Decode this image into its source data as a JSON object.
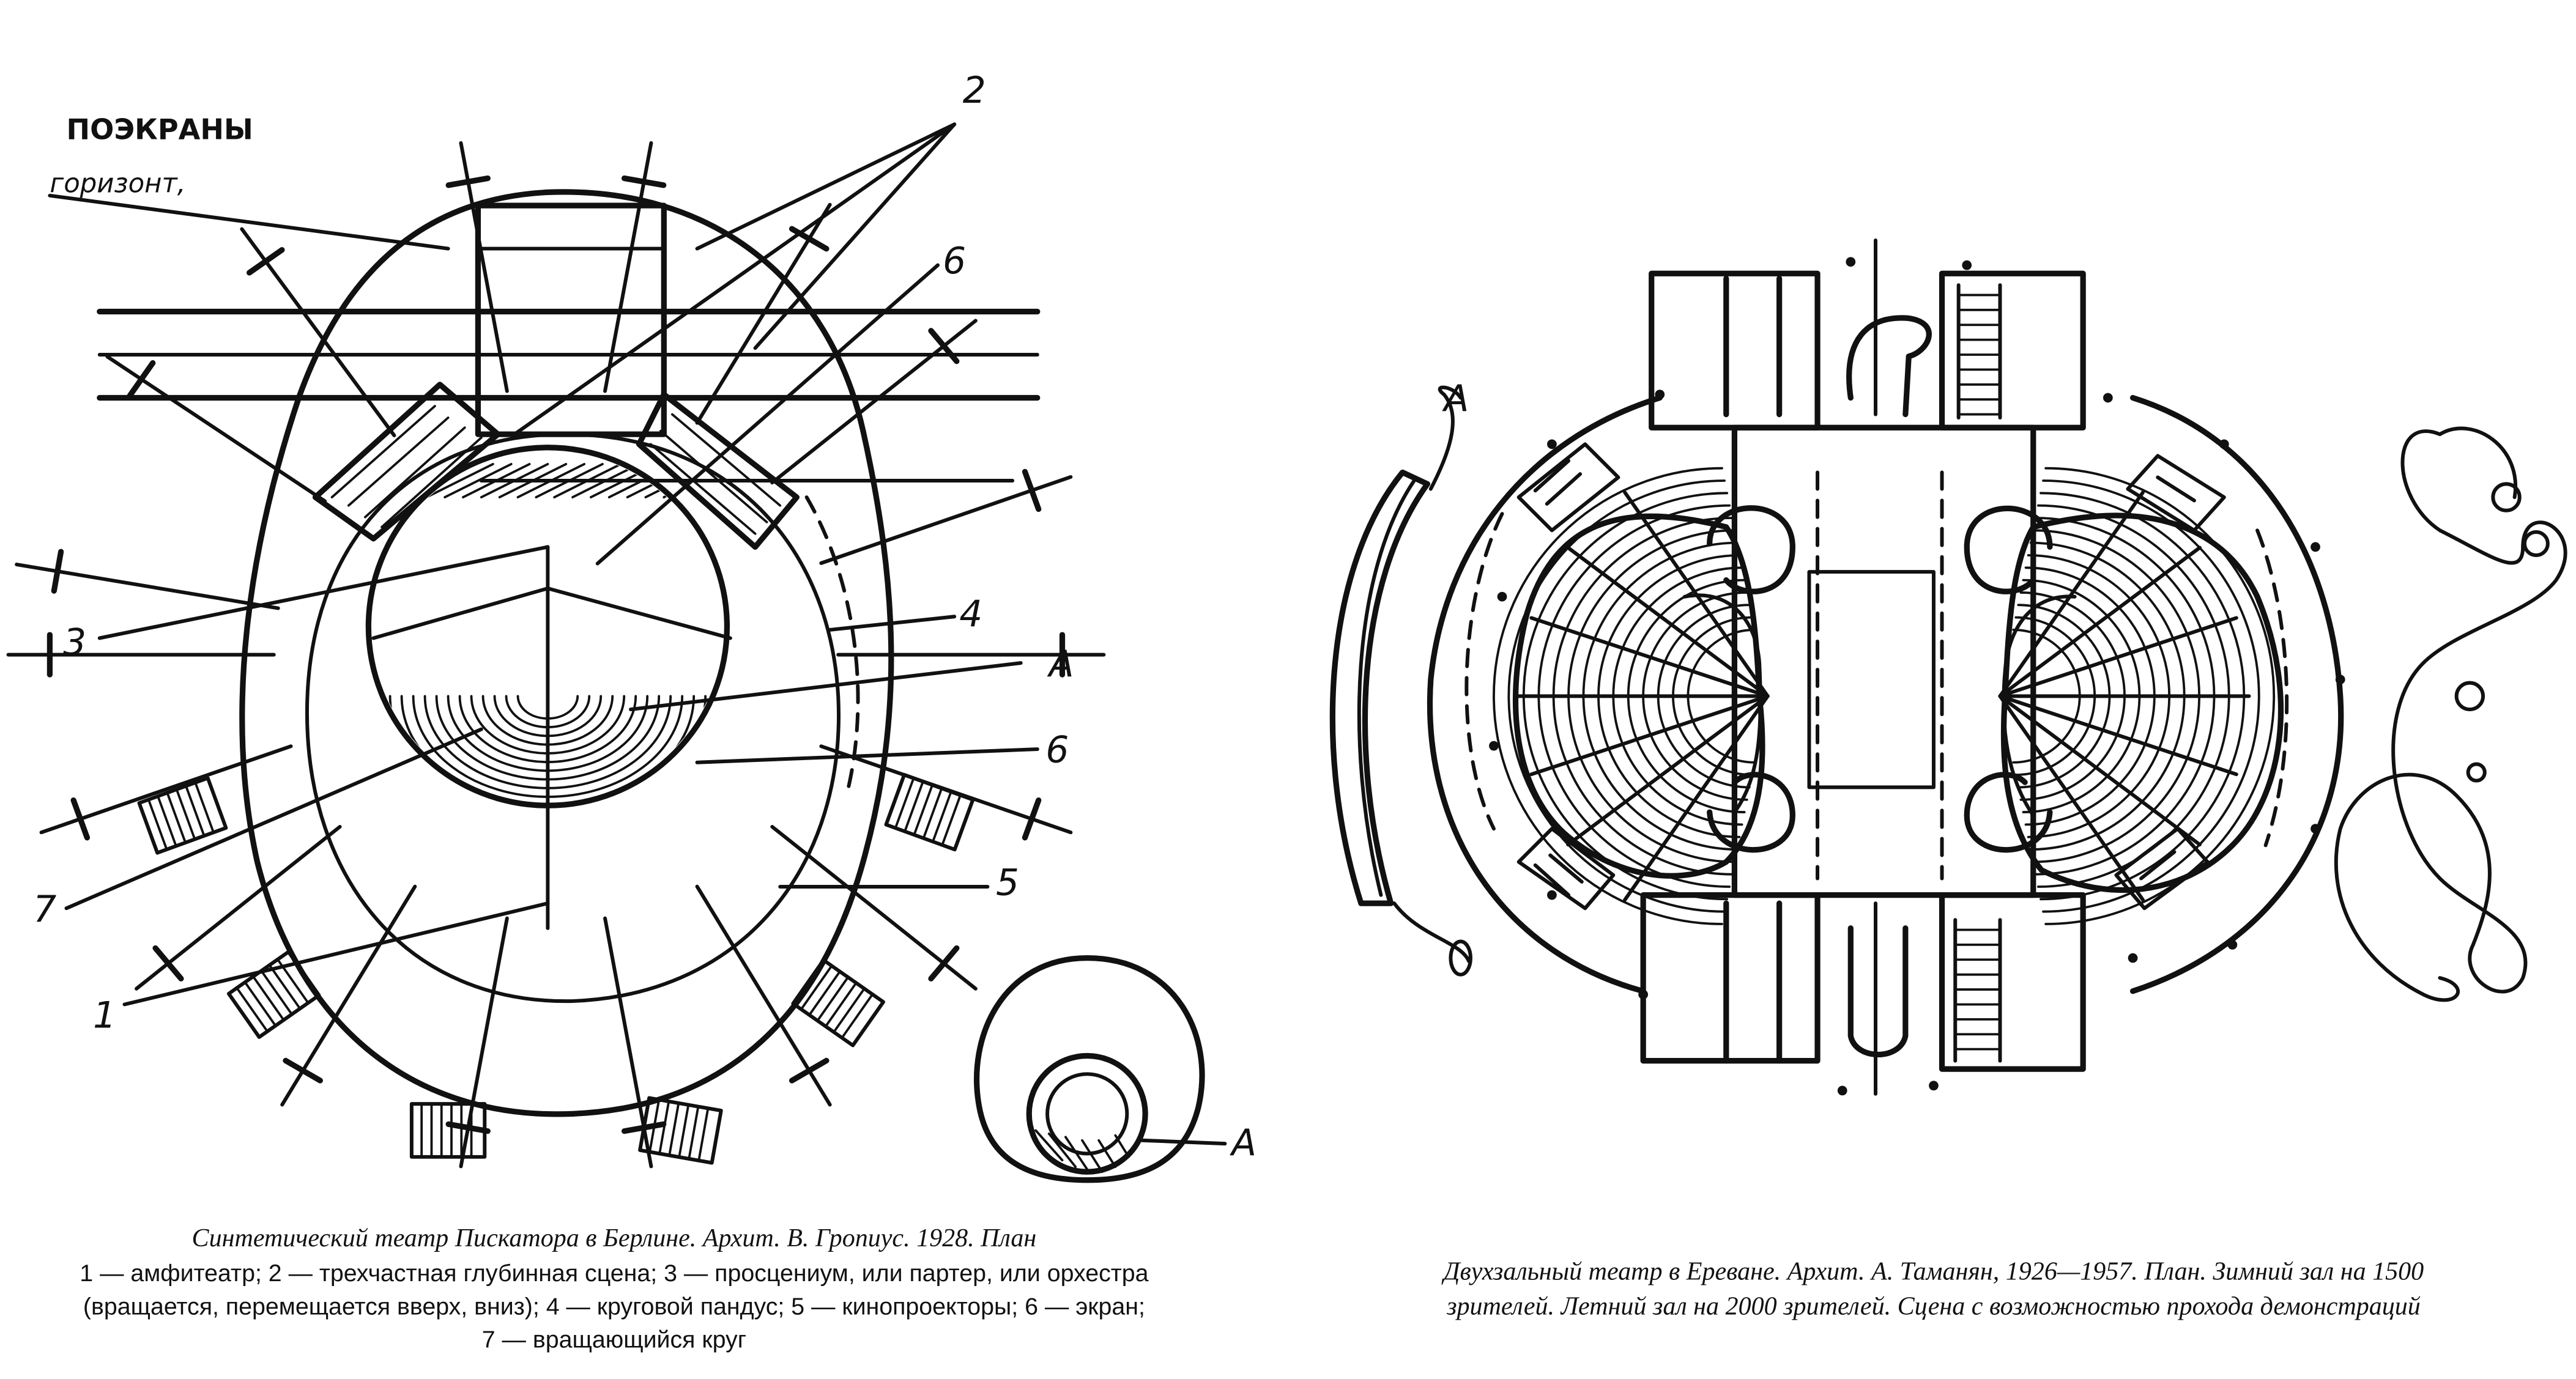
{
  "left_plan": {
    "handwritten_note_line1": "ПОЭКРАНЫ",
    "handwritten_note_line2": "горизонт,",
    "labels": {
      "l1": "1",
      "l2": "2",
      "l3": "3",
      "l4": "4",
      "l5": "5",
      "l6a": "6",
      "l6b": "6",
      "l7": "7",
      "lA": "A"
    },
    "inset_label": "A",
    "caption_title": "Синтетический театр Пискатора в Берлине. Архит. В. Гропиус. 1928. План",
    "caption_legend_line1": "1 — амфитеатр; 2 — трехчастная глубинная сцена; 3 — просцениум, или партер, или орхестра",
    "caption_legend_line2": "(вращается, перемещается вверх, вниз); 4 — круговой пандус; 5 — кинопроекторы; 6 — экран;",
    "caption_legend_line3": "7 — вращающийся круг"
  },
  "right_plan": {
    "label_a": "А",
    "caption_line1": "Двухзальный театр в Ереване. Архит. А. Таманян, 1926—1957. План. Зимний зал на 1500",
    "caption_line2": "зрителей. Летний зал на 2000 зрителей. Сцена с возможностью прохода демонстраций"
  }
}
